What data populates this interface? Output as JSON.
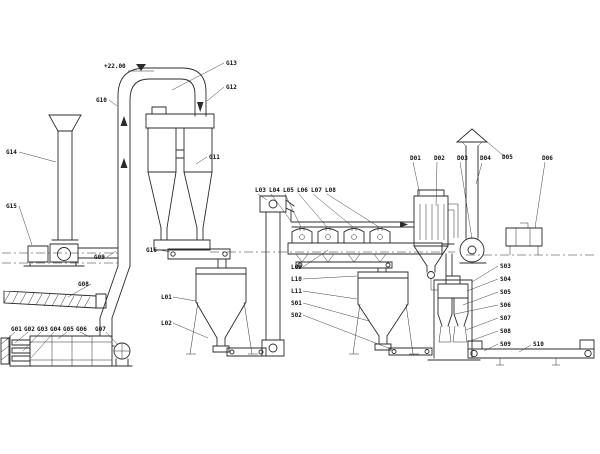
{
  "colors": {
    "line": "#2b2b2b",
    "label_text": "#111111",
    "background": "#ffffff"
  },
  "labels": {
    "elevation": "+22.00",
    "g01": "G01",
    "g02": "G02",
    "g03": "G03",
    "g04": "G04",
    "g05": "G05",
    "g06": "G06",
    "g07": "G07",
    "g08": "G08",
    "g09": "G09",
    "g10": "G10",
    "g11": "G11",
    "g12": "G12",
    "g13": "G13",
    "g14": "G14",
    "g15": "G15",
    "g16": "G16",
    "l01": "L01",
    "l02": "L02",
    "l03": "L03",
    "l04": "L04",
    "l05": "L05",
    "l06": "L06",
    "l07": "L07",
    "l08": "L08",
    "l09": "L09",
    "l10": "L10",
    "l11": "L11",
    "s01": "S01",
    "s02": "S02",
    "s03": "S03",
    "s04": "S04",
    "s05": "S05",
    "s06": "S06",
    "s07": "S07",
    "s08": "S08",
    "s09": "S09",
    "s10": "S10",
    "d01": "D01",
    "d02": "D02",
    "d03": "D03",
    "d04": "D04",
    "d05": "D05",
    "d06": "D06"
  }
}
